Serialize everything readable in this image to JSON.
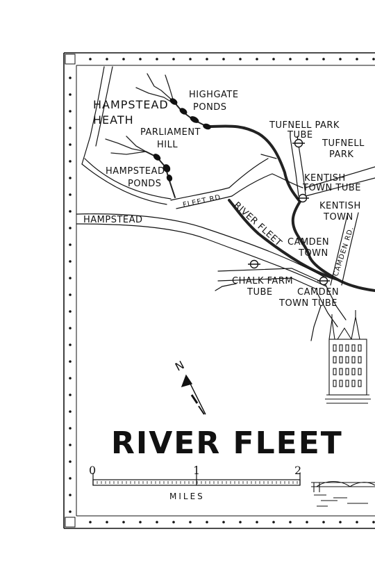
{
  "map": {
    "title": "RIVER FLEET",
    "places": {
      "hampstead_heath": [
        "HAMPSTEAD",
        "HEATH"
      ],
      "highgate_ponds": [
        "HIGHGATE",
        "PONDS"
      ],
      "parliament_hill": [
        "PARLIAMENT",
        "HILL"
      ],
      "hampstead_ponds": [
        "HAMPSTEAD",
        "PONDS"
      ],
      "hampstead": "HAMPSTEAD",
      "tufnell_park_tube": [
        "TUFNELL PARK",
        "TUBE"
      ],
      "tufnell_park": [
        "TUFNELL",
        "PARK"
      ],
      "kentish_town_tube": [
        "KENTISH",
        "TOWN TUBE"
      ],
      "kentish_town": [
        "KENTISH",
        "TOWN"
      ],
      "camden_town": [
        "CAMDEN",
        "TOWN"
      ],
      "chalk_farm_tube": [
        "CHALK FARM",
        "TUBE"
      ],
      "camden_town_tube": [
        "CAMDEN",
        "TOWN TUBE"
      ]
    },
    "roads": {
      "fleet_rd": "FLEET RD",
      "camden_rd": "CAMDEN RD."
    },
    "river_label": "RIVER FLEET",
    "compass_letter": "N",
    "scale": {
      "ticks": [
        "0",
        "1",
        "2"
      ],
      "unit": "MILES"
    },
    "icons": [
      "tube-station-icon",
      "compass-arrow-icon",
      "cathedral-illustration",
      "bridge-illustration"
    ],
    "colors": {
      "ink": "#111111",
      "paper": "#ffffff"
    }
  }
}
